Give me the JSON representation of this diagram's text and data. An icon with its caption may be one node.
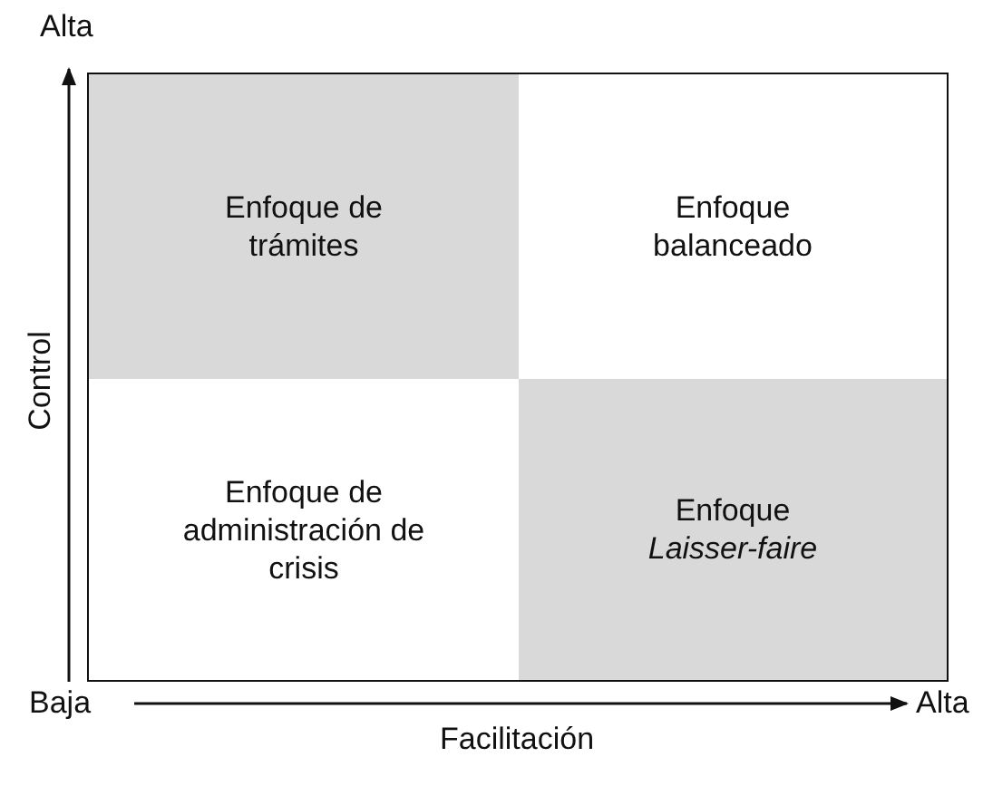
{
  "diagram": {
    "nodes": [
      {
        "text": [
          "Enfoque de trámites"
        ]
      },
      {
        "text": [
          "Enfoque balanceado"
        ]
      },
      {
        "text": [
          "Enfoque de administración de crisis"
        ]
      },
      {
        "text": [
          "Enfoque *Laisser-faire*"
        ]
      }
    ],
    "labels": [
      "Alta",
      "Control",
      "Baja",
      "Alta",
      "Facilitación"
    ]
  }
}
